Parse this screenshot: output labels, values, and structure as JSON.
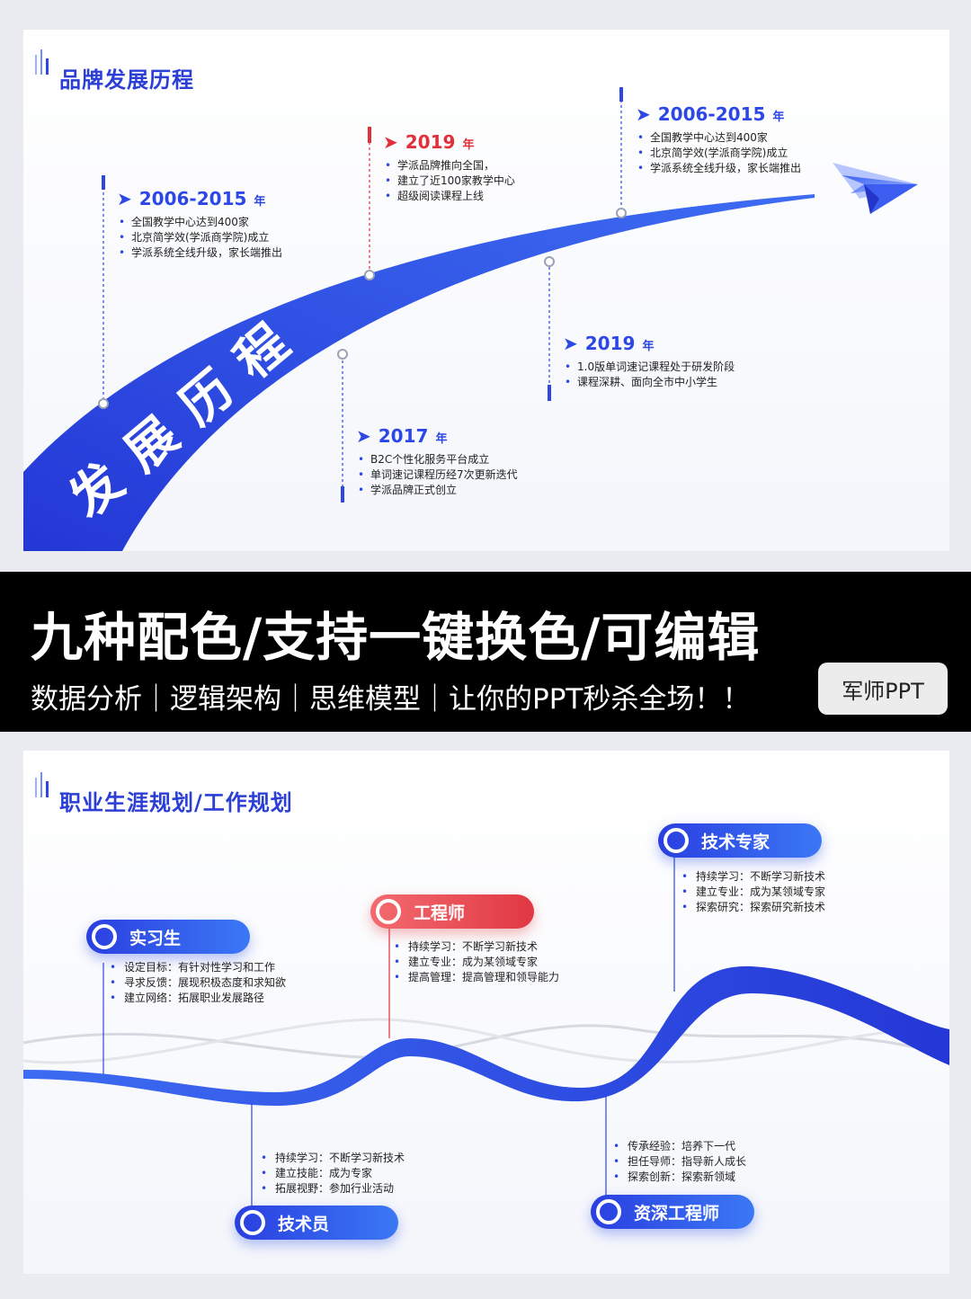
{
  "slide1": {
    "title": "品牌发展历程",
    "ribbon_text": "发展历程",
    "events": [
      {
        "id": "e1",
        "year": "2006-2015",
        "suffix": "年",
        "color": "blue",
        "items": [
          "全国教学中心达到400家",
          "北京简学效(学派商学院)成立",
          "学派系统全线升级，家长端推出"
        ]
      },
      {
        "id": "e2",
        "year": "2017",
        "suffix": "年",
        "color": "blue",
        "items": [
          "B2C个性化服务平台成立",
          "单词速记课程历经7次更新迭代",
          "学派品牌正式创立"
        ]
      },
      {
        "id": "e3",
        "year": "2019",
        "suffix": "年",
        "color": "red",
        "items": [
          "学派品牌推向全国，",
          "建立了近100家教学中心",
          "超级阅读课程上线"
        ]
      },
      {
        "id": "e4",
        "year": "2019",
        "suffix": "年",
        "color": "blue",
        "items": [
          "1.0版单词速记课程处于研发阶段",
          "课程深耕、面向全市中小学生"
        ]
      },
      {
        "id": "e5",
        "year": "2006-2015",
        "suffix": "年",
        "color": "blue",
        "items": [
          "全国教学中心达到400家",
          "北京简学效(学派商学院)成立",
          "学派系统全线升级，家长端推出"
        ]
      }
    ]
  },
  "banner": {
    "headline": "九种配色/支持一键换色/可编辑",
    "subline": "数据分析｜逻辑架构｜思维模型｜让你的PPT秒杀全场！！",
    "badge": "军师PPT"
  },
  "slide2": {
    "title": "职业生涯规划/工作规划",
    "stages": [
      {
        "id": "s1",
        "label": "实习生",
        "color": "blue",
        "items": [
          "设定目标：有针对性学习和工作",
          "寻求反馈：展现积极态度和求知欲",
          "建立网络：拓展职业发展路径"
        ]
      },
      {
        "id": "s2",
        "label": "技术员",
        "color": "blue",
        "items": [
          "持续学习：不断学习新技术",
          "建立技能：成为专家",
          "拓展视野：参加行业活动"
        ]
      },
      {
        "id": "s3",
        "label": "工程师",
        "color": "red",
        "items": [
          "持续学习：不断学习新技术",
          "建立专业：成为某领域专家",
          "提高管理：提高管理和领导能力"
        ]
      },
      {
        "id": "s4",
        "label": "资深工程师",
        "color": "blue",
        "items": [
          "传承经验：培养下一代",
          "担任导师：指导新人成长",
          "探索创新：探索新领域"
        ]
      },
      {
        "id": "s5",
        "label": "技术专家",
        "color": "blue",
        "items": [
          "持续学习：不断学习新技术",
          "建立专业：成为某领域专家",
          "探索研究：探索研究新技术"
        ]
      }
    ]
  },
  "colors": {
    "accent_blue": "#2c47e6",
    "accent_red": "#e2303a",
    "banner_bg": "#000000"
  }
}
